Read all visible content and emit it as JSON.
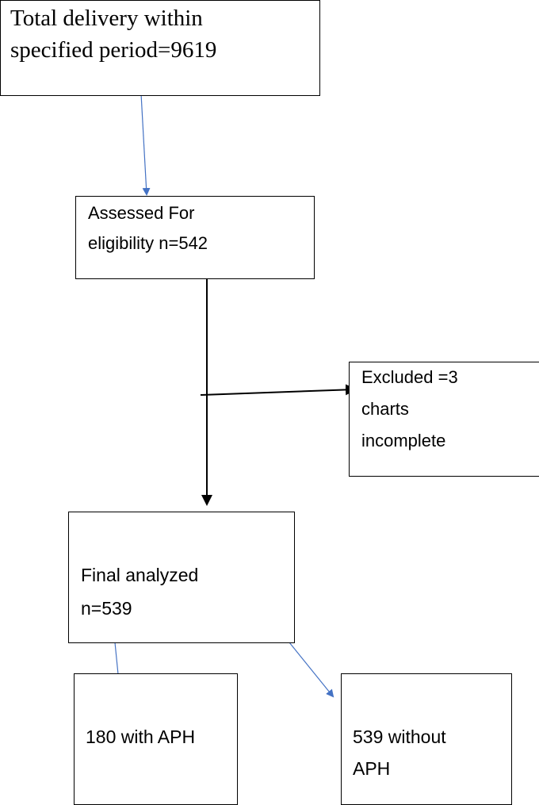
{
  "boxes": {
    "total": {
      "line1": "Total delivery within",
      "line2": "specified period=9619"
    },
    "assessed": {
      "line1": "Assessed For",
      "line2": "eligibility n=542"
    },
    "excluded": {
      "line1": "Excluded =3",
      "line2": "charts",
      "line3": "incomplete"
    },
    "final": {
      "line1": "Final analyzed",
      "line2": "n=539"
    },
    "with_aph": {
      "line1": "180 with APH"
    },
    "without_aph": {
      "line1": "539 without",
      "line2": "APH"
    }
  },
  "colors": {
    "blue_arrow": "#4472C4",
    "black_arrow": "#000000"
  }
}
